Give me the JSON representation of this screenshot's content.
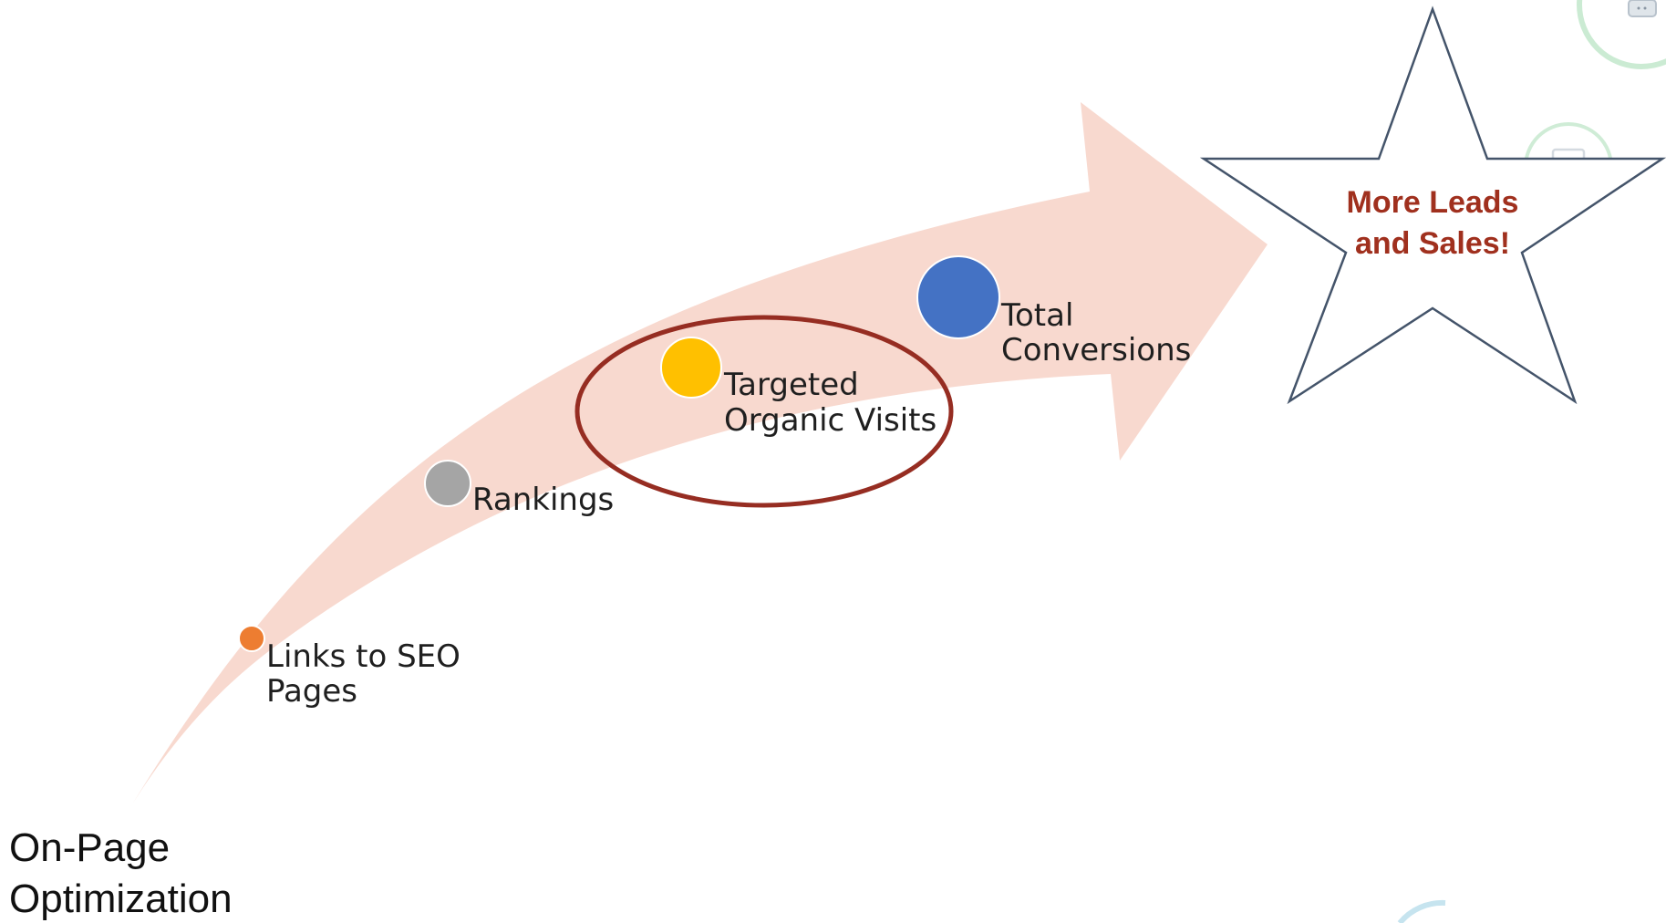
{
  "start": {
    "label_line1": "On-Page",
    "label_line2": "Optimization"
  },
  "milestones": [
    {
      "id": "links",
      "label_line1": "Links to SEO",
      "label_line2": "Pages",
      "color": "#ED7D31"
    },
    {
      "id": "rankings",
      "label_line1": "Rankings",
      "label_line2": "",
      "color": "#A5A5A5"
    },
    {
      "id": "visits",
      "label_line1": "Targeted",
      "label_line2": "Organic Visits",
      "color": "#FFC000"
    },
    {
      "id": "conversions",
      "label_line1": "Total",
      "label_line2": "Conversions",
      "color": "#4472C4"
    }
  ],
  "goal": {
    "label_line1": "More Leads",
    "label_line2": "and Sales!",
    "text_color": "#A0301E",
    "star_stroke": "#44546A"
  },
  "colors": {
    "arrow_fill": "#F8D9CF",
    "highlight_ring": "#962D22",
    "deco_ring": "#A8DDB5"
  },
  "decorations": {
    "icons": [
      "server-icon",
      "laptop-icon"
    ]
  }
}
